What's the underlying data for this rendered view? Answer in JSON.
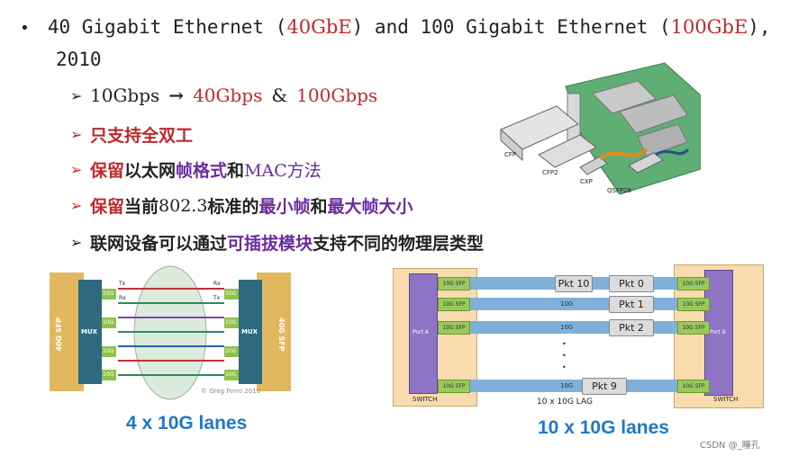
{
  "bullet1": {
    "part1": "40 Gigabit Ethernet (",
    "hl1": "40GbE",
    "part2": ") and 100 Gigabit Ethernet (",
    "hl2": "100GbE",
    "part3": "),",
    "line2": "2010"
  },
  "sub1": {
    "a": "10Gbps",
    "arrow": "→",
    "b": "40Gbps",
    "amp": "&",
    "c": "100Gbps"
  },
  "sub2": {
    "text": "只支持全双工"
  },
  "sub3": {
    "a": "保留",
    "b": "以太网",
    "c": "帧格式",
    "d": "和",
    "e": "MAC方法"
  },
  "sub4": {
    "a": "保留",
    "b": "当前",
    "c": "802.3",
    "d": "标准的",
    "e": "最小帧",
    "f": "和",
    "g": "最大帧大小"
  },
  "sub5": {
    "a": "联网设备可以通过",
    "b": "可插拔模块",
    "c": "支持不同的物理层类型"
  },
  "modules": [
    "CFP",
    "CFP2",
    "CXP",
    "QSFP28"
  ],
  "left_diagram": {
    "side_label": "40G SFP",
    "mux": "MUX",
    "lane": "10G",
    "tx": "Tx",
    "rx": "Rx",
    "credit": "© Greg Ferro 2010",
    "caption": "4 x 10G lanes"
  },
  "right_diagram": {
    "port_a": "Port A",
    "port_b": "Port B",
    "switch": "SWITCH",
    "sfp": "10G SFP",
    "lane": "10G",
    "packets": [
      "Pkt 10",
      "Pkt 0",
      "Pkt 1",
      "Pkt 2",
      "Pkt 9"
    ],
    "dot": "•",
    "lag": "10 x 10G LAG",
    "caption": "10 x 10G lanes"
  },
  "watermark": "CSDN @_瞳孔",
  "colors": {
    "red": "#c0282d",
    "purple": "#6a2c9e",
    "caption_blue": "#1f78c8"
  }
}
